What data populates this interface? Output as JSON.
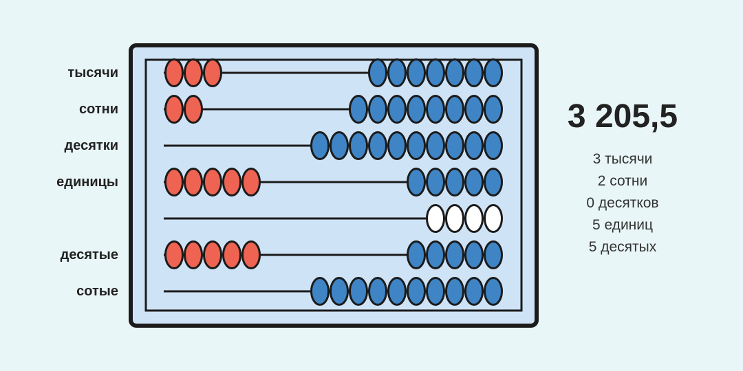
{
  "rows": [
    {
      "label": "тысячи",
      "left_beads": 3,
      "right_beads": 7,
      "right_style": "blue"
    },
    {
      "label": "сотни",
      "left_beads": 2,
      "right_beads": 8,
      "right_style": "blue"
    },
    {
      "label": "десятки",
      "left_beads": 0,
      "right_beads": 10,
      "right_style": "blue"
    },
    {
      "label": "единицы",
      "left_beads": 5,
      "right_beads": 5,
      "right_style": "blue"
    },
    {
      "label": "",
      "left_beads": 0,
      "right_beads": 4,
      "right_style": "white"
    },
    {
      "label": "десятые",
      "left_beads": 5,
      "right_beads": 5,
      "right_style": "blue"
    },
    {
      "label": "сотые",
      "left_beads": 0,
      "right_beads": 10,
      "right_style": "blue"
    }
  ],
  "value": "3 205,5",
  "breakdown": [
    "3 тысячи",
    "2 сотни",
    "0 десятков",
    "5 единиц",
    "5 десятых"
  ],
  "colors": {
    "background": "#e9f6f7",
    "frame_fill": "#cfe3f6",
    "frame_stroke": "#1b1b1b",
    "counted_bead": "#ee6352",
    "uncounted_bead": "#3f85c6",
    "separator_bead": "#ffffff"
  }
}
